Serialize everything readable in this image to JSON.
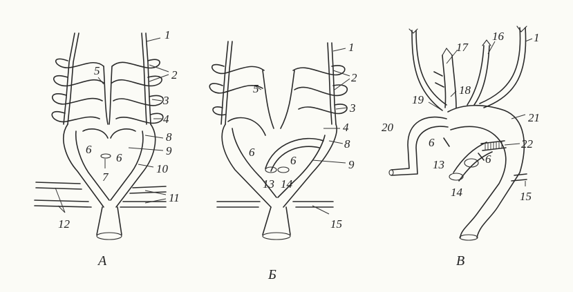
{
  "panels": [
    {
      "letter": "А",
      "labels": [
        "1",
        "2",
        "3",
        "4",
        "5",
        "6",
        "6",
        "7",
        "8",
        "9",
        "10",
        "11",
        "12"
      ]
    },
    {
      "letter": "Б",
      "labels": [
        "1",
        "2",
        "3",
        "4",
        "5",
        "6",
        "6",
        "8",
        "9",
        "13",
        "14",
        "15"
      ]
    },
    {
      "letter": "В",
      "labels": [
        "1",
        "16",
        "17",
        "18",
        "19",
        "20",
        "21",
        "6",
        "22",
        "13",
        "6",
        "14",
        "15"
      ]
    }
  ]
}
